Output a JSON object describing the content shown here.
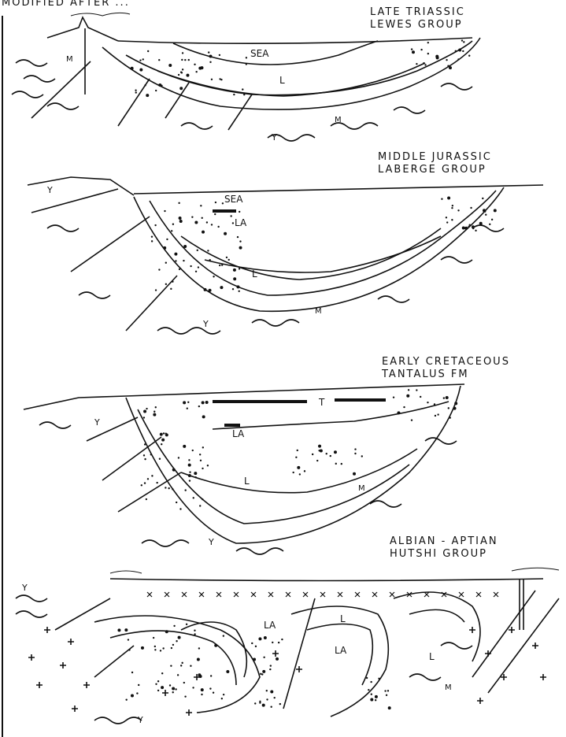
{
  "header": {
    "text": "MODIFIED AFTER ..."
  },
  "panels": [
    {
      "title_line1": "LATE TRIASSIC",
      "title_line2": "LEWES GROUP",
      "labels": {
        "sea": "SEA",
        "l": "L",
        "m": "M",
        "y": "Y"
      }
    },
    {
      "title_line1": "MIDDLE JURASSIC",
      "title_line2": "LABERGE GROUP",
      "labels": {
        "sea": "SEA",
        "la": "LA",
        "l": "L",
        "m": "M",
        "y": "Y"
      }
    },
    {
      "title_line1": "EARLY CRETACEOUS",
      "title_line2": "TANTALUS FM",
      "labels": {
        "t": "T",
        "la": "LA",
        "l": "L",
        "m": "M",
        "y": "Y"
      }
    },
    {
      "title_line1": "ALBIAN - APTIAN",
      "title_line2": "HUTSHI GROUP",
      "labels": {
        "la": "LA",
        "l": "L",
        "m": "M",
        "y": "Y"
      }
    }
  ],
  "colors": {
    "ink": "#111111",
    "paper": "#ffffff"
  }
}
